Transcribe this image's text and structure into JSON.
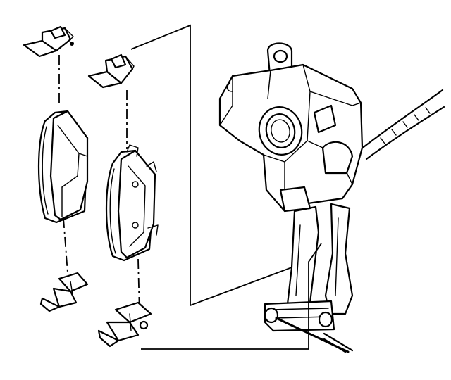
{
  "diagram": {
    "parts": [
      {
        "id": "outer-pad",
        "icon": "brake-pad-outer"
      },
      {
        "id": "inner-pad",
        "icon": "brake-pad-inner"
      },
      {
        "id": "clip-outer-top",
        "icon": "anti-rattle-clip"
      },
      {
        "id": "clip-outer-bottom",
        "icon": "anti-rattle-clip"
      },
      {
        "id": "clip-inner-top",
        "icon": "anti-rattle-clip"
      },
      {
        "id": "clip-inner-bottom",
        "icon": "anti-rattle-clip"
      },
      {
        "id": "caliper",
        "icon": "brake-caliper"
      },
      {
        "id": "caliper-bracket",
        "icon": "caliper-mounting-bracket"
      },
      {
        "id": "brake-hose",
        "icon": "brake-hose"
      }
    ],
    "colors": {
      "ink": "#000000",
      "paper": "#ffffff"
    }
  }
}
